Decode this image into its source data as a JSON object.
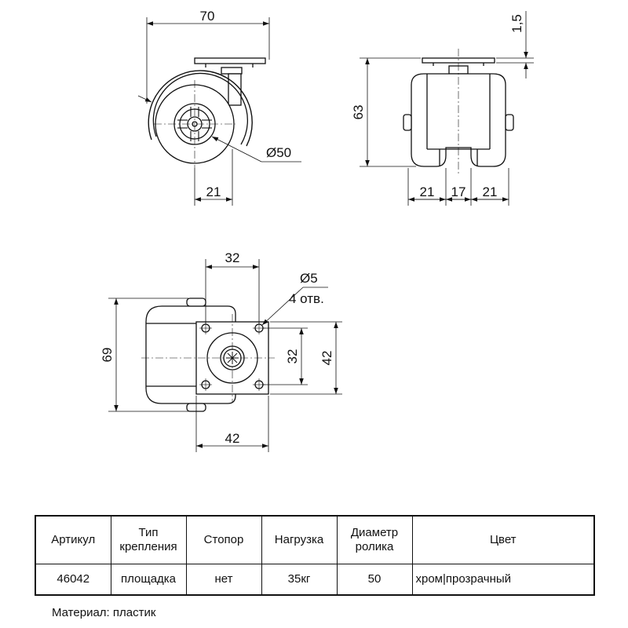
{
  "dimensions": {
    "side_width": "70",
    "side_diameter": "Ø50",
    "side_offset": "21",
    "front_height": "63",
    "front_plate": "1,5",
    "front_left": "21",
    "front_mid": "17",
    "front_right": "21",
    "top_plate_holes": "32",
    "top_hole_size": "Ø5",
    "top_hole_count": "4 отв.",
    "top_total": "69",
    "top_inner": "32",
    "top_outer": "42",
    "top_bottom": "42"
  },
  "table": {
    "headers": [
      "Артикул",
      "Тип крепления",
      "Стопор",
      "Нагрузка",
      "Диаметр ролика",
      "Цвет"
    ],
    "values": [
      "46042",
      "площадка",
      "нет",
      "35кг",
      "50",
      "хром|прозрачный"
    ]
  },
  "material": "Материал: пластик"
}
